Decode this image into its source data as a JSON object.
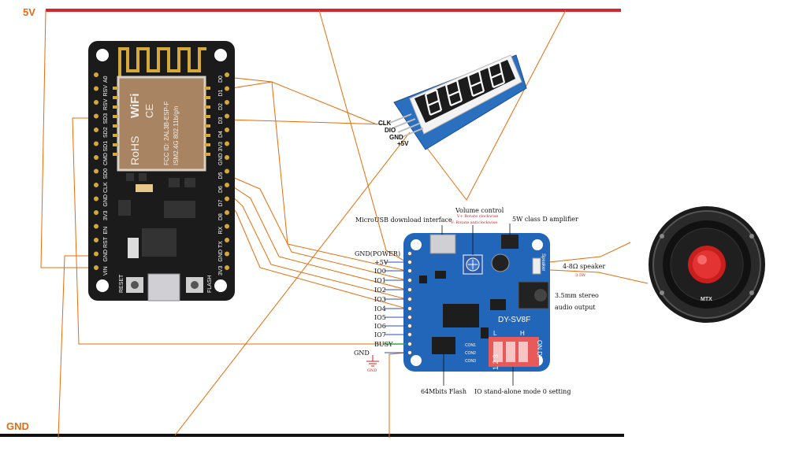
{
  "rails": {
    "vcc_label": "5V",
    "gnd_label": "GND"
  },
  "esp_board": {
    "wifi_badge": "WiFi",
    "rohs_text": "RoHS",
    "ce_text": "CE",
    "module_lines": [
      "FCC ID: 2AL3B-ESP-F",
      "ISM2.4G 802.11b/g/n"
    ],
    "reset_label": "RESET",
    "flash_label": "FLASH",
    "pins_left": [
      "VIN",
      "GND",
      "RST",
      "EN",
      "3V3",
      "GND",
      "CLK",
      "SD0",
      "CMD",
      "SD1",
      "SD2",
      "SD3",
      "RSV",
      "RSV",
      "A0"
    ],
    "pins_right": [
      "3V3",
      "GND",
      "TX",
      "RX",
      "D8",
      "D7",
      "D6",
      "D5",
      "GND",
      "3V3",
      "D4",
      "D3",
      "D2",
      "D1",
      "D0"
    ]
  },
  "display_module": {
    "pin_labels": [
      "CLK",
      "DIO",
      "GND",
      "+5V"
    ]
  },
  "audio_board": {
    "name": "DY-SV8F",
    "usb_label": "MicroUSB download interface",
    "volume_title": "Volume control",
    "volume_plus": "V+ Rotate clockwise",
    "volume_minus": "V- Rotate anticlockwise",
    "amp_label": "5W class D amplifier",
    "pins": [
      "GND(POWER)",
      "+5V",
      "IO0",
      "IO1",
      "IO2",
      "IO3",
      "IO4",
      "IO5",
      "IO6",
      "IO7",
      "BUSY",
      "GND"
    ],
    "gnd_symbol_label": "GND",
    "audio_out_line1": "3.5mm stereo",
    "audio_out_line2": "audio output",
    "flash_label": "64Mbits Flash",
    "mode_label": "IO stand-alone mode 0 setting",
    "speaker_spec": "4-8Ω  speaker",
    "speaker_power": "3-5W",
    "switch_top": "ON DP",
    "switch_nums": "1 2 3",
    "switch_l": "L",
    "switch_h": "H",
    "speaker_pin": "Speaker",
    "con_labels": [
      "CON1",
      "CON2",
      "CON3"
    ]
  },
  "speaker": {
    "logo": "MTX"
  },
  "colors": {
    "vcc_rail": "#d9252a",
    "gnd_rail": "#111111",
    "wire": "#e46c0a",
    "esp_pcb": "#1b1b1b",
    "audio_pcb": "#2166b8",
    "busy_wire": "#3aa63a"
  }
}
